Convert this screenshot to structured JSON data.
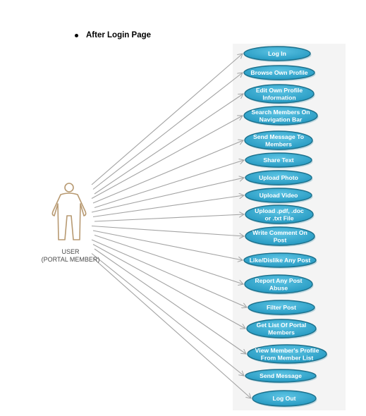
{
  "heading": {
    "text": "After Login Page"
  },
  "actor": {
    "name": "USER",
    "role": "(PORTAL MEMBER)"
  },
  "use_cases": [
    {
      "label": "Log In"
    },
    {
      "label": "Browse Own Profile"
    },
    {
      "label": "Edit Own Profile|Information"
    },
    {
      "label": "Search Members On|Navigation Bar"
    },
    {
      "label": "Send Message To|Members"
    },
    {
      "label": "Share Text"
    },
    {
      "label": "Upload Photo"
    },
    {
      "label": "Upload Video"
    },
    {
      "label": "Upload .pdf, .doc|or .txt File"
    },
    {
      "label": "Write Comment On|Post"
    },
    {
      "label": "Like/Dislike Any Post"
    },
    {
      "label": "Report Any Post|Abuse"
    },
    {
      "label": "Filter Post"
    },
    {
      "label": "Get List Of Portal|Members"
    },
    {
      "label": "View Member's Profile|From Member List"
    },
    {
      "label": "Send Message"
    },
    {
      "label": "Log Out"
    }
  ],
  "colors": {
    "ellipse_fill": "#2ea9cf",
    "ellipse_stroke": "#1b6f8a",
    "arrow": "#a3a3a3",
    "actor": "#b89a72"
  }
}
